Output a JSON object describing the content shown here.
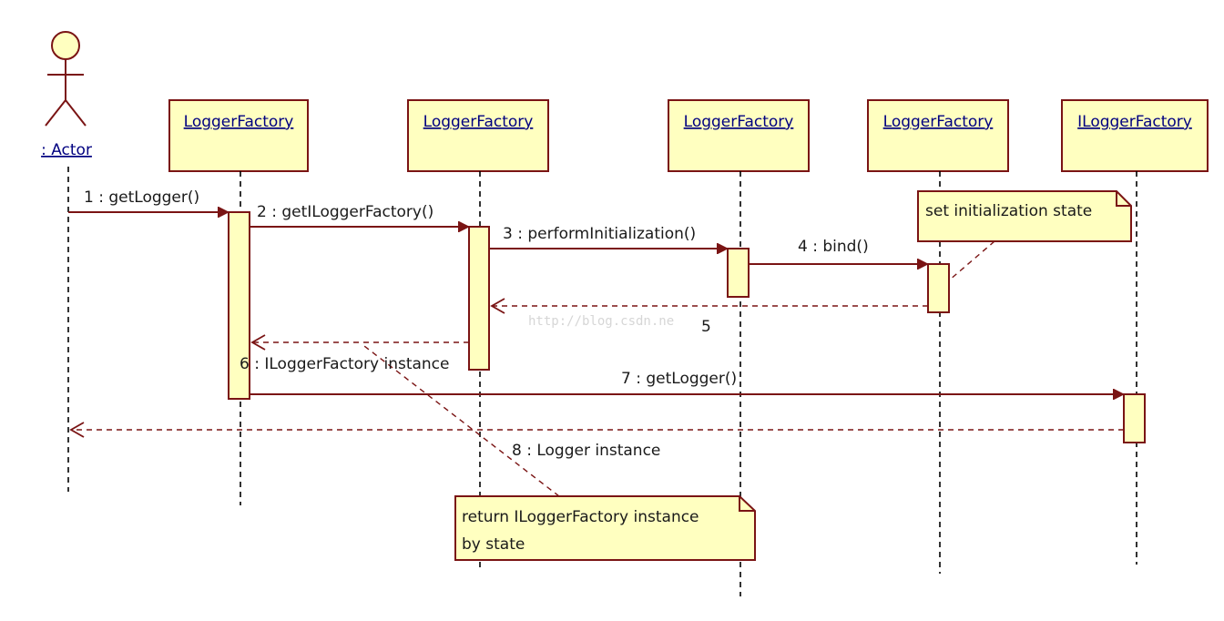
{
  "actor": {
    "label": ": Actor"
  },
  "lifelines": [
    {
      "label": "LoggerFactory"
    },
    {
      "label": "LoggerFactory"
    },
    {
      "label": "LoggerFactory"
    },
    {
      "label": "LoggerFactory"
    },
    {
      "label": "ILoggerFactory"
    }
  ],
  "messages": [
    {
      "label": "1 : getLogger()",
      "kind": "call"
    },
    {
      "label": "2 : getILoggerFactory()",
      "kind": "call"
    },
    {
      "label": "3 : performInitialization()",
      "kind": "call"
    },
    {
      "label": "4 : bind()",
      "kind": "call"
    },
    {
      "label": "5",
      "kind": "return"
    },
    {
      "label": "6 : ILoggerFactory instance",
      "kind": "return"
    },
    {
      "label": "7 : getLogger()",
      "kind": "call"
    },
    {
      "label": "8 : Logger instance",
      "kind": "return"
    }
  ],
  "notes": [
    {
      "lines": [
        "set initialization state"
      ]
    },
    {
      "lines": [
        "return ILoggerFactory instance",
        "by state"
      ]
    }
  ],
  "watermark": "http://blog.csdn.ne",
  "colors": {
    "box_fill": "#ffffc0",
    "border": "#7a1414",
    "header_text": "#000080"
  }
}
